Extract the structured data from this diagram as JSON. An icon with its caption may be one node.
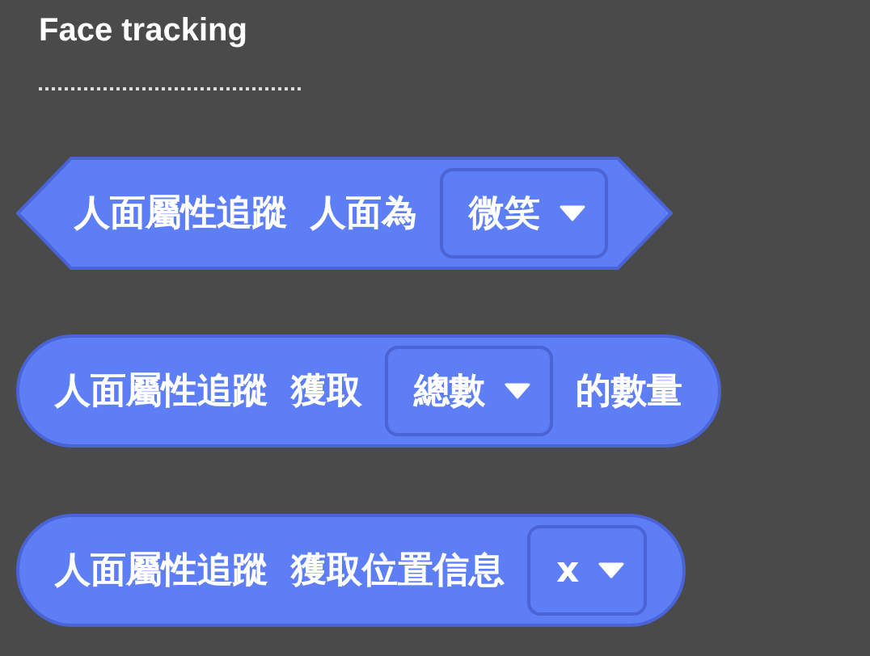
{
  "diagram": {
    "title": "Face tracking",
    "nodes": [
      {
        "text": [
          "人面屬性追蹤",
          "人面為"
        ]
      },
      {
        "text": [
          "微笑"
        ],
        "in": 0
      },
      {
        "text": [
          "人面屬性追蹤",
          "獲取",
          "的數量"
        ]
      },
      {
        "text": [
          "總數"
        ],
        "in": 2
      },
      {
        "text": [
          "人面屬性追蹤",
          "獲取位置信息"
        ]
      },
      {
        "text": [
          "x"
        ],
        "in": 4
      }
    ]
  }
}
